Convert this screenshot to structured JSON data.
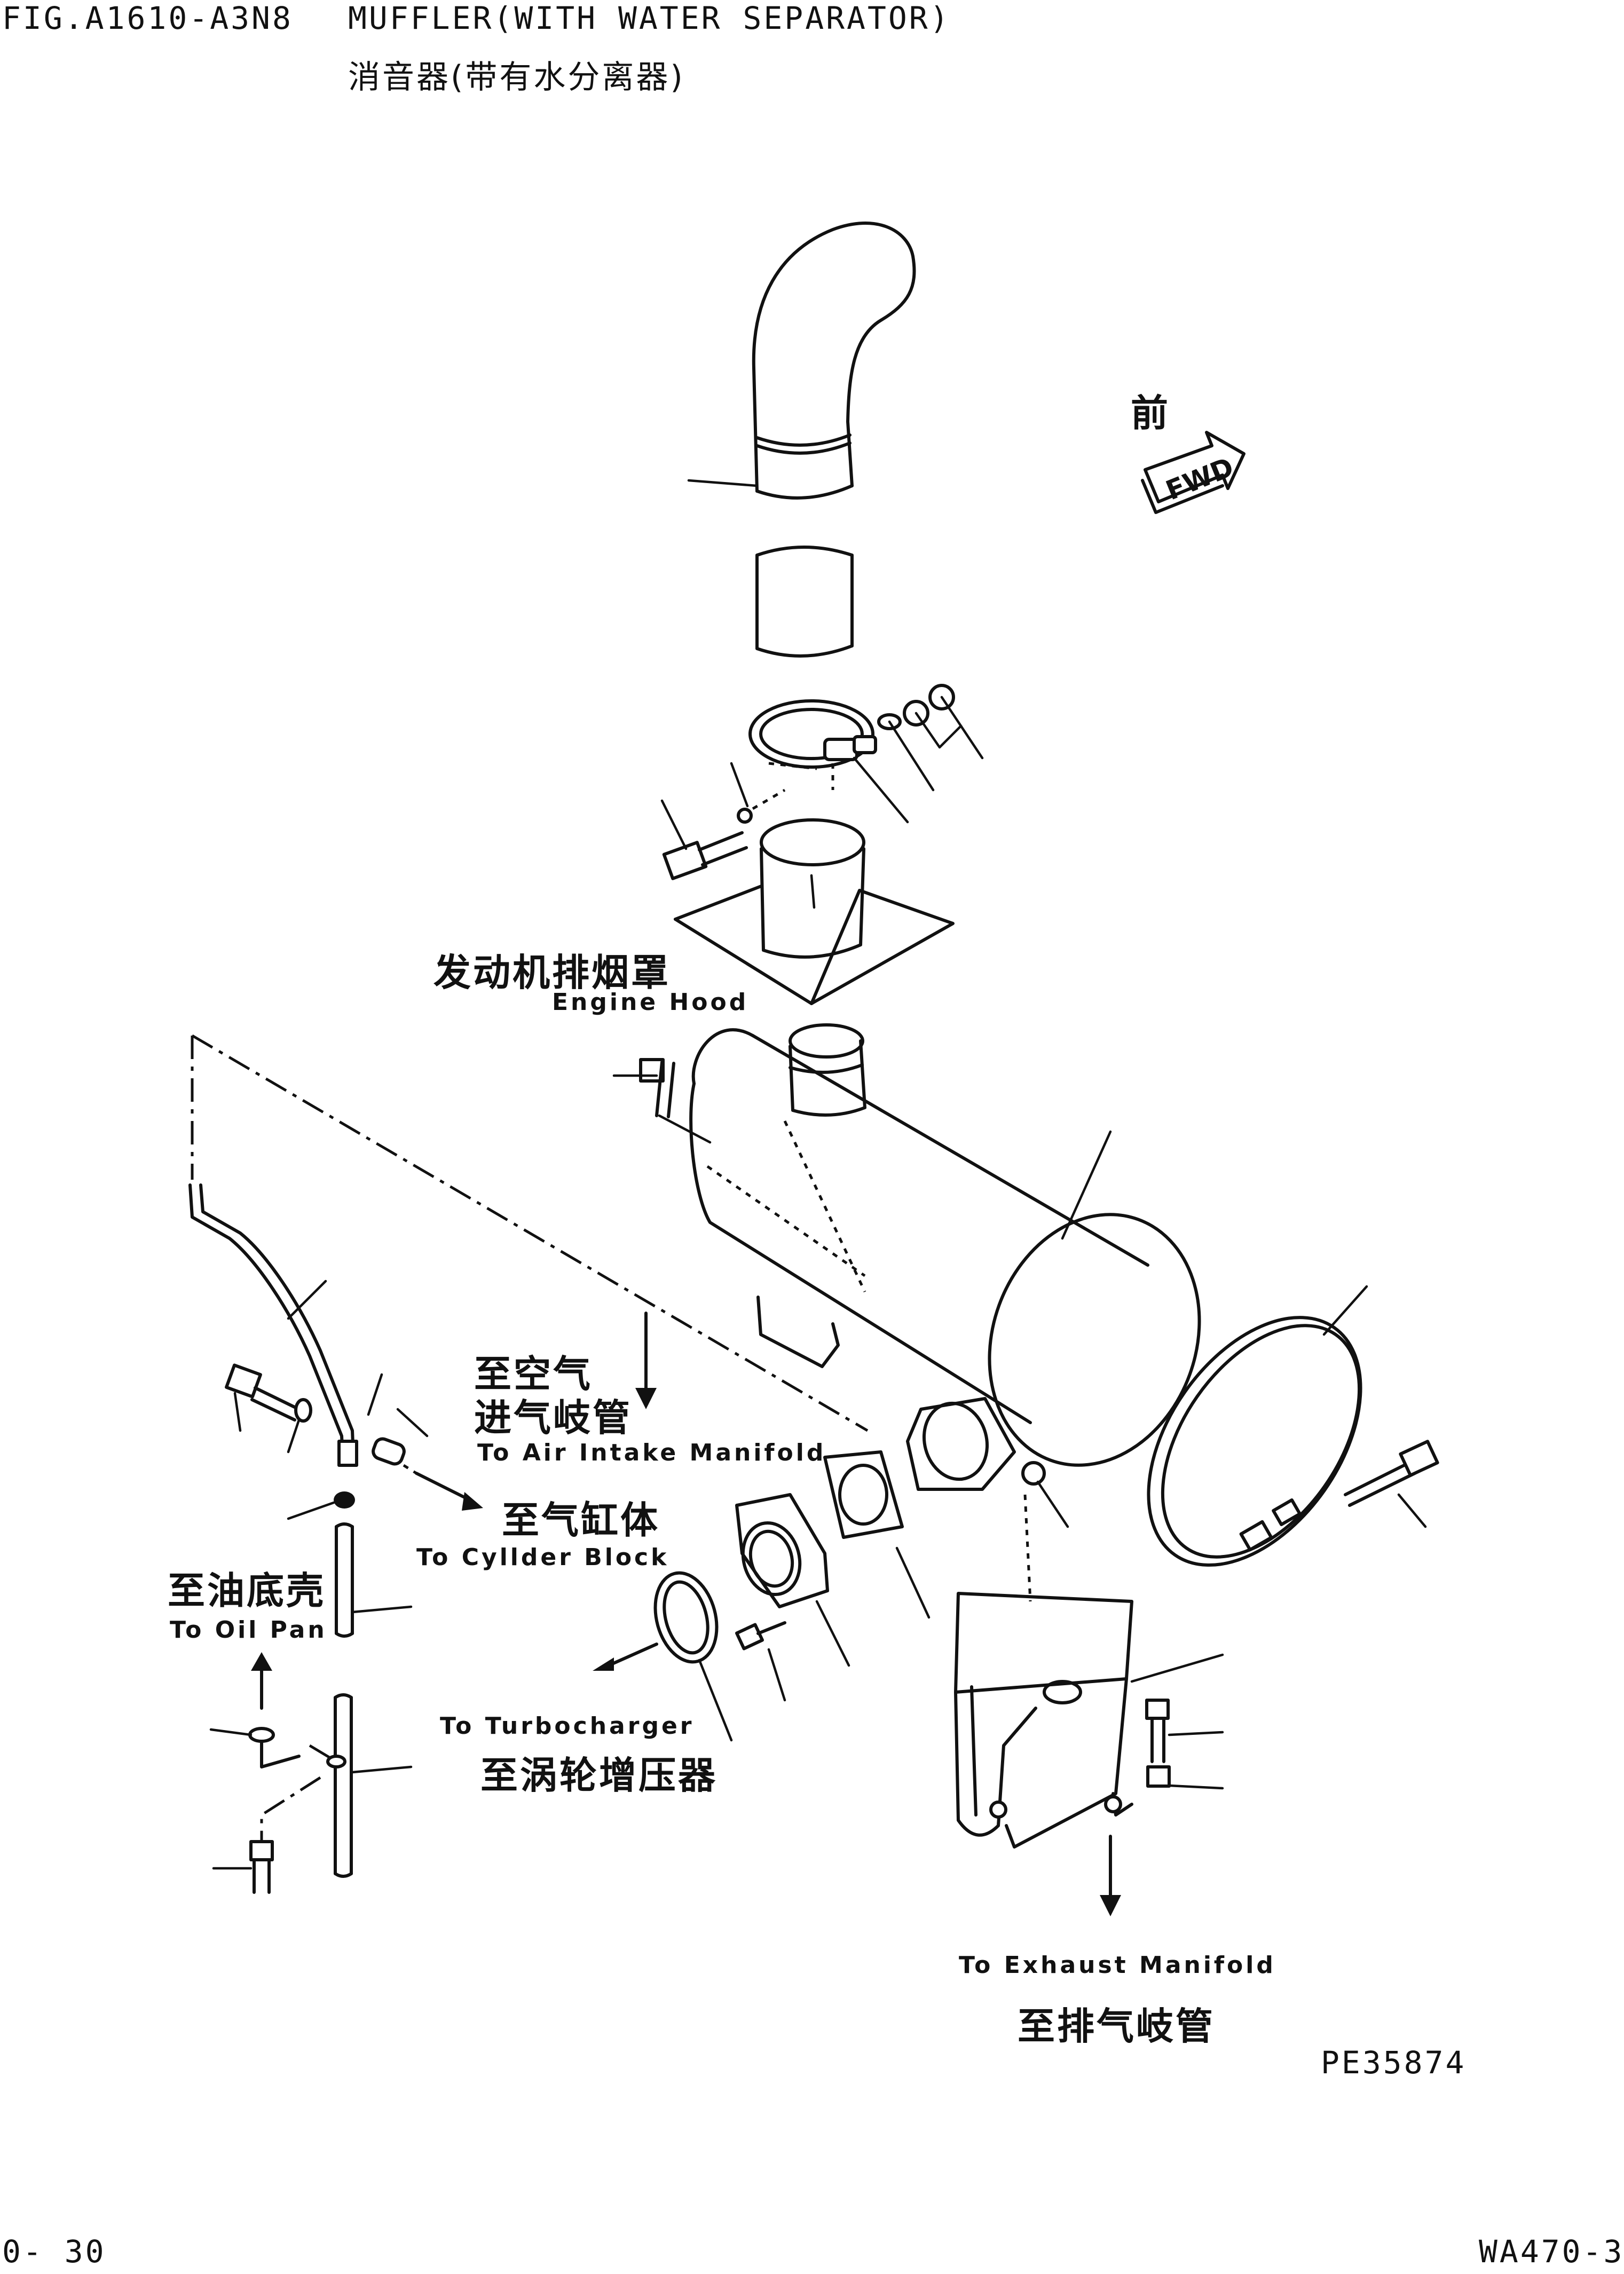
{
  "header": {
    "fig_code": "FIG.A1610-A3N8",
    "title_en": "MUFFLER(WITH WATER SEPARATOR)",
    "title_cn": "消音器(带有水分离器)"
  },
  "labels": {
    "forward_cn": "前",
    "forward_en": "FWD",
    "engine_hood_cn": "发动机排烟罩",
    "engine_hood_en": "Engine Hood",
    "air_intake_cn_line1": "至空气",
    "air_intake_cn_line2": "进气岐管",
    "air_intake_en": "To Air Intake Manifold",
    "cylinder_cn": "至气缸体",
    "cylinder_en": "To Cyllder Block",
    "oil_pan_cn": "至油底壳",
    "oil_pan_en": "To Oil Pan",
    "turbo_en": "To Turbocharger",
    "turbo_cn": "至涡轮增压器",
    "exhaust_en": "To Exhaust Manifold",
    "exhaust_cn": "至排气岐管",
    "drawing_no": "PE35874"
  },
  "footer": {
    "page": "0- 30",
    "model": "WA470-3"
  }
}
